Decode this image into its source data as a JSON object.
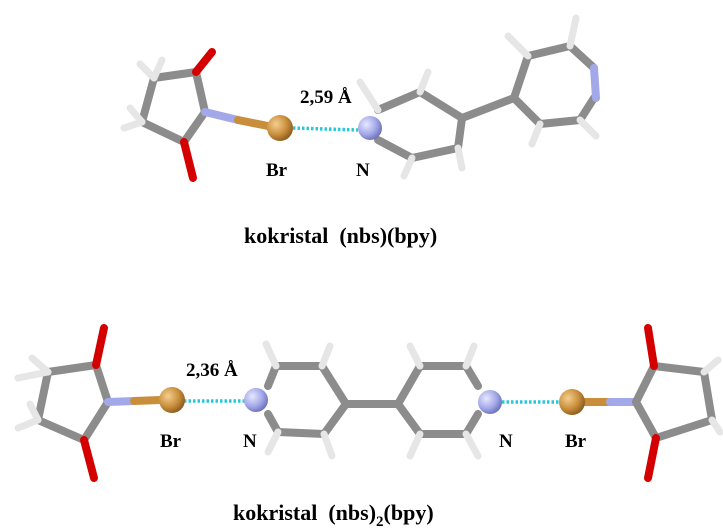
{
  "top": {
    "distance": "2,59 Å",
    "br_label": "Br",
    "n_label": "N",
    "caption": "kokristal  (nbs)(bpy)"
  },
  "bottom": {
    "distance": "2,36 Å",
    "n_left": "N",
    "br_left": "Br",
    "n_right": "N",
    "br_right": "Br",
    "caption_main": "kokristal  (nbs)",
    "caption_sub": "2",
    "caption_end": "(bpy)"
  },
  "colors": {
    "carbon": "#8c8c8c",
    "hydrogen": "#e6e6e6",
    "oxygen": "#d40000",
    "nitrogen": "#a3a8e8",
    "bromine": "#c98e3c",
    "halogen_bond": "#29c8d8"
  }
}
